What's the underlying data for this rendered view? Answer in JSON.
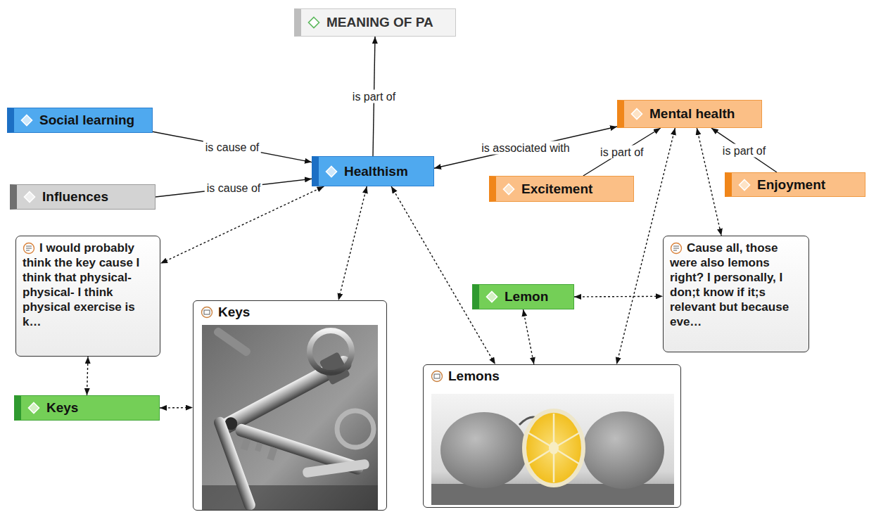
{
  "diagram": {
    "nodes": [
      {
        "text": [
          "MEANING OF PA"
        ]
      },
      {
        "text": [
          "Social learning"
        ]
      },
      {
        "text": [
          "Mental health"
        ]
      },
      {
        "text": [
          "Healthism"
        ]
      },
      {
        "text": [
          "Excitement"
        ]
      },
      {
        "text": [
          "Enjoyment"
        ]
      },
      {
        "text": [
          "Influences"
        ]
      },
      {
        "text": [
          "I would probably think the key cause I think that physical- physical- I think physical exercise is k…"
        ]
      },
      {
        "text": [
          "Cause all, those were also lemons right? I personally, I don;t know if it;s relevant but because eve…"
        ]
      },
      {
        "text": [
          "Lemon"
        ]
      },
      {
        "text": [
          "Keys"
        ]
      },
      {
        "text": [
          "Lemons"
        ]
      },
      {
        "text": [
          "Keys"
        ]
      }
    ],
    "edges": [
      {
        "from": 3,
        "to": 0,
        "label": "is part of",
        "arrow": "to"
      },
      {
        "from": 1,
        "to": 3,
        "label": "is cause of",
        "arrow": "to"
      },
      {
        "from": 6,
        "to": 3,
        "label": "is cause of",
        "arrow": "to"
      },
      {
        "from": 3,
        "to": 2,
        "label": "is associated with",
        "arrow": "both"
      },
      {
        "from": 4,
        "to": 2,
        "label": "is part of",
        "arrow": "to"
      },
      {
        "from": 5,
        "to": 2,
        "label": "is part of",
        "arrow": "to"
      },
      {
        "from": 3,
        "to": 7,
        "arrow": "both"
      },
      {
        "from": 3,
        "to": 10,
        "arrow": "both"
      },
      {
        "from": 3,
        "to": 11,
        "arrow": "both"
      },
      {
        "from": 2,
        "to": 11,
        "arrow": "both"
      },
      {
        "from": 2,
        "to": 8,
        "arrow": "both"
      },
      {
        "from": 9,
        "to": 8,
        "arrow": "both"
      },
      {
        "from": 9,
        "to": 11,
        "arrow": "both"
      },
      {
        "from": 12,
        "to": 7,
        "arrow": "both"
      },
      {
        "from": 12,
        "to": 10,
        "arrow": "both"
      }
    ]
  }
}
